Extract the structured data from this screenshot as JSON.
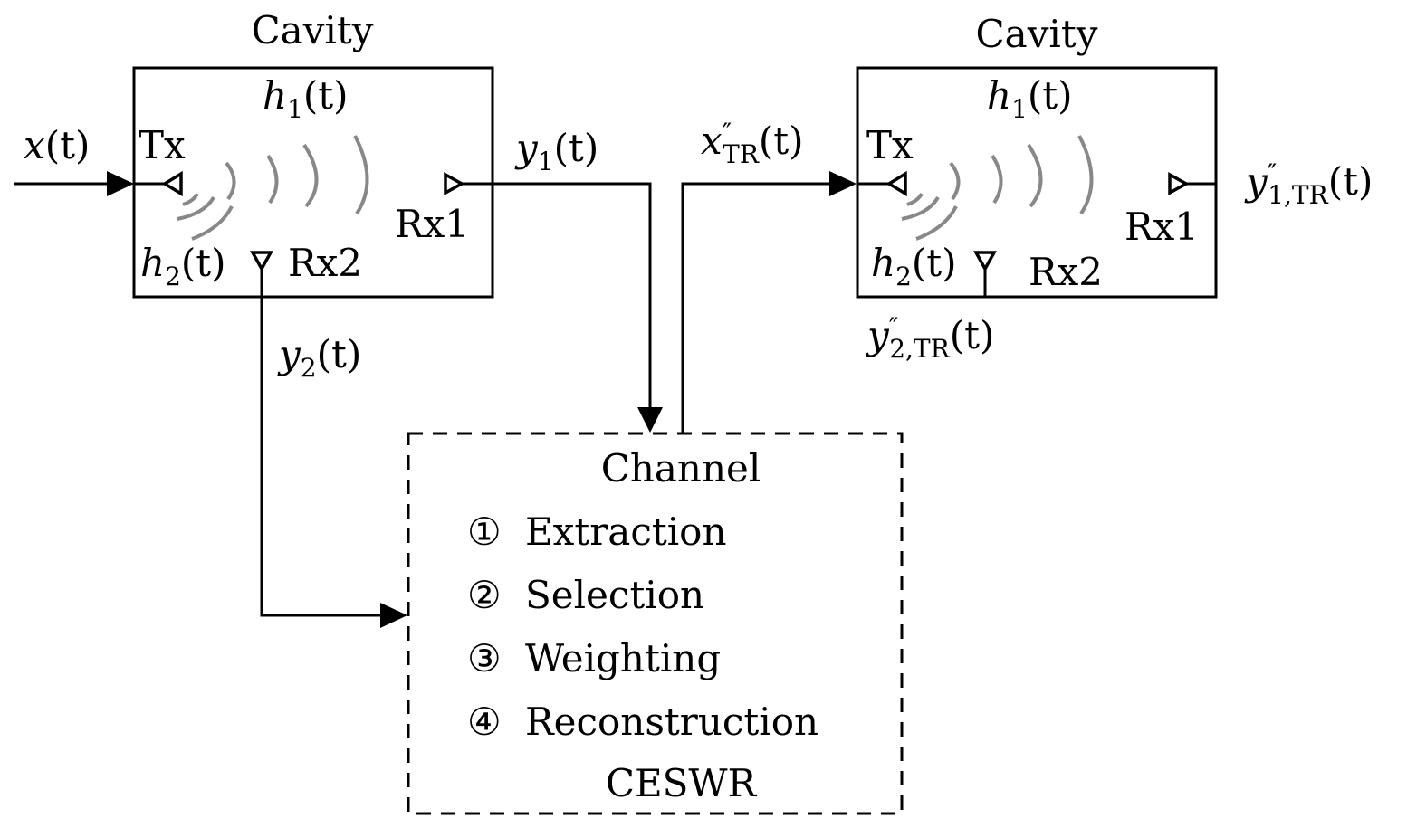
{
  "diagram": {
    "left_cavity": {
      "title": "Cavity",
      "channel_direct": {
        "base": "h",
        "sub": "1",
        "arg": "(t)"
      },
      "channel_side": {
        "base": "h",
        "sub": "2",
        "arg": "(t)"
      },
      "tx_label": "Tx",
      "rx1_label": "Rx1",
      "rx2_label": "Rx2"
    },
    "right_cavity": {
      "title": "Cavity",
      "channel_direct": {
        "base": "h",
        "sub": "1",
        "arg": "(t)"
      },
      "channel_side": {
        "base": "h",
        "sub": "2",
        "arg": "(t)"
      },
      "tx_label": "Tx",
      "rx1_label": "Rx1",
      "rx2_label": "Rx2"
    },
    "signals": {
      "input": {
        "base": "x",
        "arg": "(t)"
      },
      "y1": {
        "base": "y",
        "sub": "1",
        "arg": "(t)"
      },
      "y2": {
        "base": "y",
        "sub": "2",
        "arg": "(t)"
      },
      "x_tr": {
        "base": "x",
        "sup": "″",
        "sub": "TR",
        "arg": "(t)"
      },
      "y1_tr": {
        "base": "y",
        "sup": "″",
        "sub": "1,TR",
        "arg": "(t)"
      },
      "y2_tr": {
        "base": "y",
        "sup": "″",
        "sub": "2,TR",
        "arg": "(t)"
      }
    },
    "processing_block": {
      "title": "Channel",
      "steps": [
        {
          "marker": "①",
          "label": "Extraction"
        },
        {
          "marker": "②",
          "label": "Selection"
        },
        {
          "marker": "③",
          "label": "Weighting"
        },
        {
          "marker": "④",
          "label": "Reconstruction"
        }
      ],
      "footer": "CESWR"
    },
    "colors": {
      "line": "#000000",
      "wave": "#888888",
      "background": "#ffffff"
    }
  }
}
